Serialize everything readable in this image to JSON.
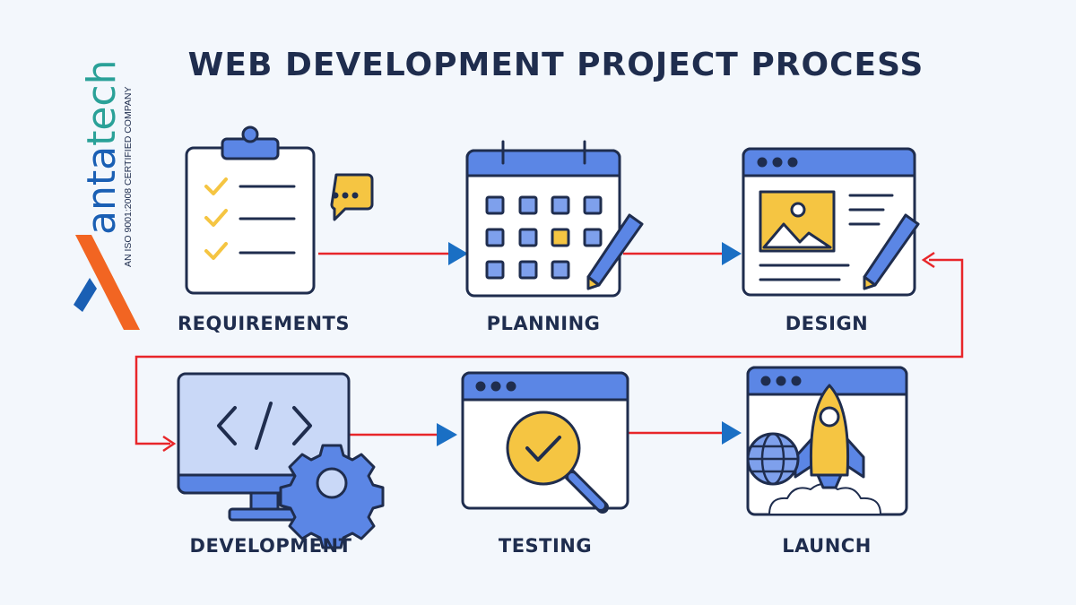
{
  "title": "WEB DEVELOPMENT PROJECT PROCESS",
  "logo": {
    "brand": "Xantatech",
    "tagline": "AN ISO 9001:2008 CERTIFIED COMPANY"
  },
  "steps": [
    {
      "label": "REQUIREMENTS",
      "icon": "clipboard-checklist-icon"
    },
    {
      "label": "PLANNING",
      "icon": "calendar-pencil-icon"
    },
    {
      "label": "DESIGN",
      "icon": "browser-design-icon"
    },
    {
      "label": "DEVELOPMENT",
      "icon": "monitor-code-gear-icon"
    },
    {
      "label": "TESTING",
      "icon": "browser-magnifier-check-icon"
    },
    {
      "label": "LAUNCH",
      "icon": "browser-rocket-icon"
    }
  ],
  "colors": {
    "navy": "#1f2d4e",
    "blue": "#5b86e5",
    "lightblue": "#c9d8f7",
    "yellow": "#f5c542",
    "red": "#e8262a",
    "arrowhead": "#1a6fc4",
    "orange": "#f26522",
    "teal": "#2aa198"
  }
}
